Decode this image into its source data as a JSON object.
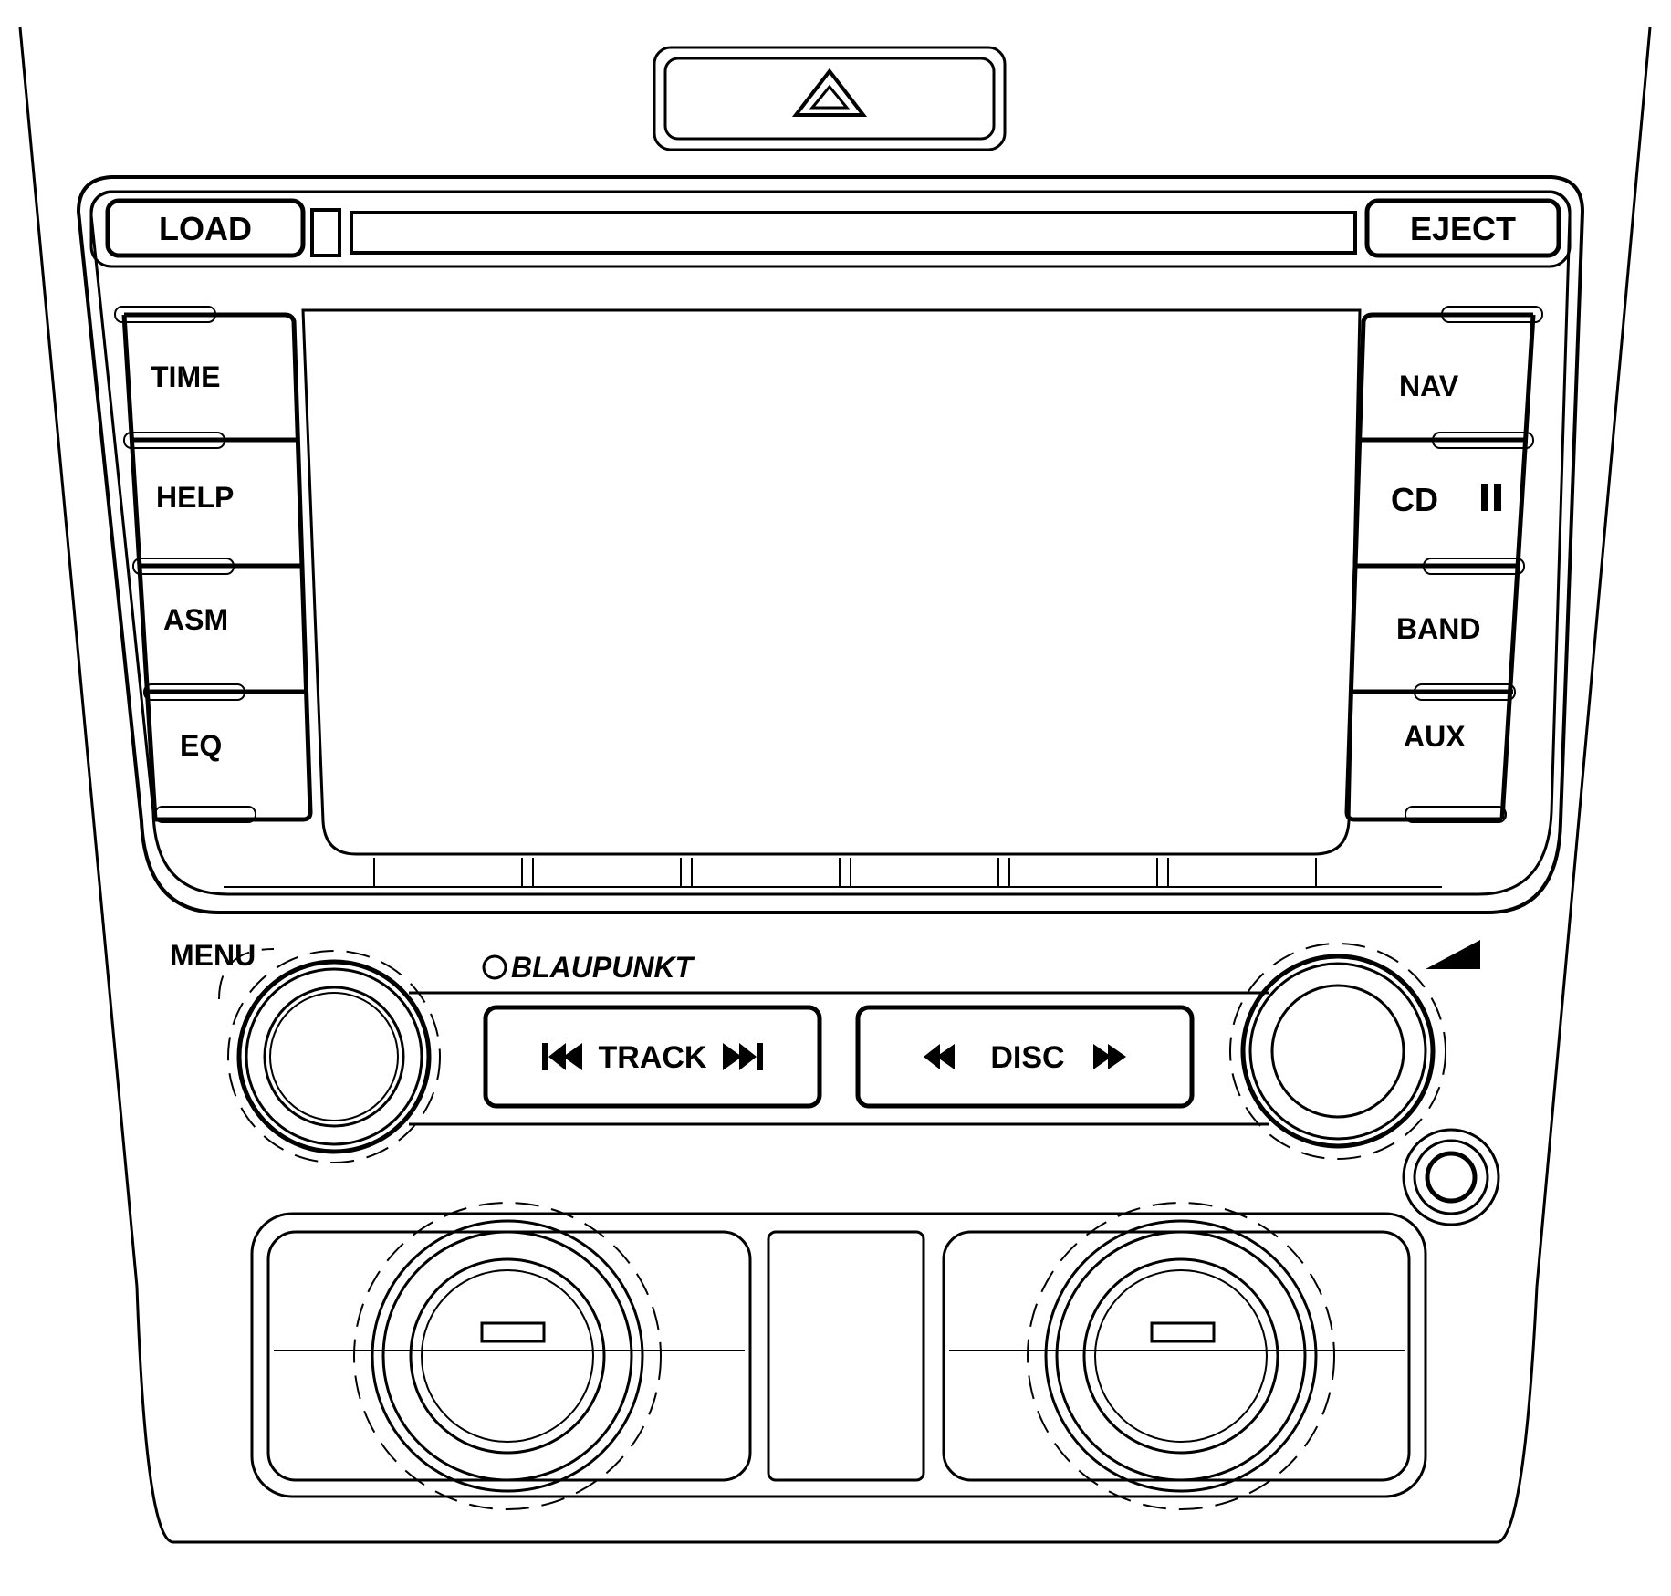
{
  "top": {
    "hazard_icon": "hazard-triangle-icon"
  },
  "cd_slot": {
    "load": "LOAD",
    "eject": "EJECT"
  },
  "left_buttons": [
    "TIME",
    "HELP",
    "ASM",
    "EQ"
  ],
  "right_buttons": [
    "NAV",
    "CD",
    "BAND",
    "AUX"
  ],
  "cd_pause_icon": "pause-icon",
  "knobs": {
    "menu_label": "MENU",
    "volume_icon": "volume-ramp-icon"
  },
  "brand": "BLAUPUNKT",
  "transport": {
    "track_label": "TRACK",
    "disc_label": "DISC",
    "track_prev_icon": "skip-previous-icon",
    "track_next_icon": "skip-next-icon",
    "disc_rev_icon": "rewind-icon",
    "disc_fwd_icon": "fast-forward-icon"
  },
  "colors": {
    "line": "#000000",
    "background": "#ffffff"
  }
}
